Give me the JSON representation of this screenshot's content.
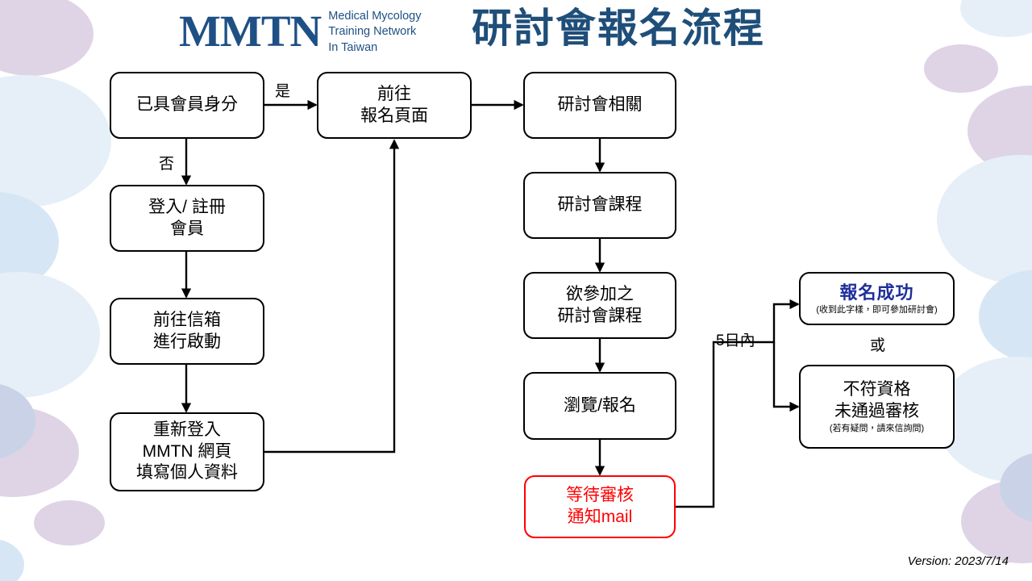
{
  "header": {
    "logo_mark": "MMTN",
    "logo_sub_line1": "Medical Mycology",
    "logo_sub_line2": "Training Network",
    "logo_sub_line3": "In Taiwan",
    "title": "研討會報名流程",
    "title_color": "#1F4E79",
    "logo_color": "#1F5085"
  },
  "footer": {
    "version": "Version: 2023/7/14"
  },
  "colors": {
    "box_border": "#000000",
    "alert_red": "#FF0000",
    "success_blue": "#1F2F9B",
    "deco_purple": "#CBBBD8",
    "deco_blue": "#D7E6F4"
  },
  "flow": {
    "nodes": [
      {
        "id": "member-status",
        "lines": [
          "已具會員身分"
        ],
        "style": "black"
      },
      {
        "id": "login-register",
        "lines": [
          "登入/ 註冊",
          "會員"
        ],
        "style": "black"
      },
      {
        "id": "mailbox-activate",
        "lines": [
          "前往信箱",
          "進行啟動"
        ],
        "style": "black"
      },
      {
        "id": "relogin-profile",
        "lines": [
          "重新登入",
          "MMTN 網頁",
          "填寫個人資料"
        ],
        "style": "black"
      },
      {
        "id": "goto-registration-page",
        "lines": [
          "前往",
          "報名頁面"
        ],
        "style": "black"
      },
      {
        "id": "seminar-related",
        "lines": [
          "研討會相關"
        ],
        "style": "black"
      },
      {
        "id": "seminar-courses",
        "lines": [
          "研討會課程"
        ],
        "style": "black"
      },
      {
        "id": "desired-courses",
        "lines": [
          "欲參加之",
          "研討會課程"
        ],
        "style": "black"
      },
      {
        "id": "browse-register",
        "lines": [
          "瀏覽/報名"
        ],
        "style": "black"
      },
      {
        "id": "await-review",
        "lines": [
          "等待審核",
          "通知mail"
        ],
        "style": "red"
      },
      {
        "id": "registration-success",
        "heading": "報名成功",
        "note": "(收到此字樣，即可參加研討會)",
        "style": "success"
      },
      {
        "id": "not-qualified",
        "lines": [
          "不符資格",
          "未通過審核"
        ],
        "note": "(若有疑問，請來信詢問)",
        "style": "black"
      }
    ],
    "edge_labels": {
      "yes": "是",
      "no": "否",
      "within_5_days": "5日內",
      "or": "或"
    }
  }
}
